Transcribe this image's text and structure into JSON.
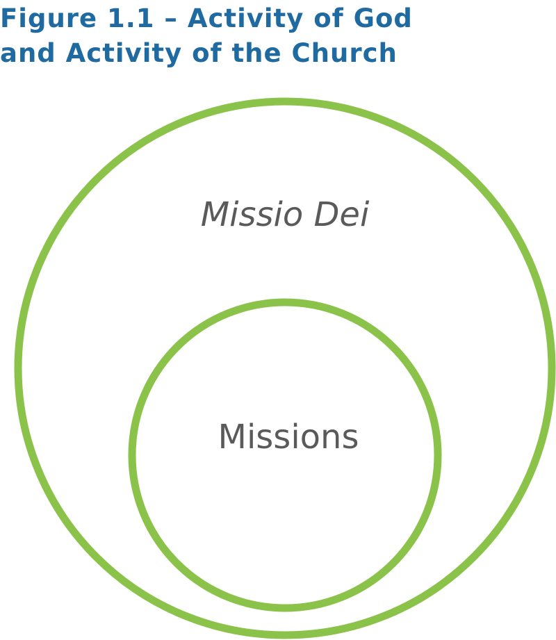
{
  "title": {
    "line1": "Figure 1.1 – Activity of God",
    "line2": "and Activity of the Church"
  },
  "diagram": {
    "outer_label": "Missio Dei",
    "inner_label": "Missions",
    "stroke_color": "#8bc34a",
    "label_color": "#5a5a5a",
    "title_color": "#1f6aa0"
  }
}
